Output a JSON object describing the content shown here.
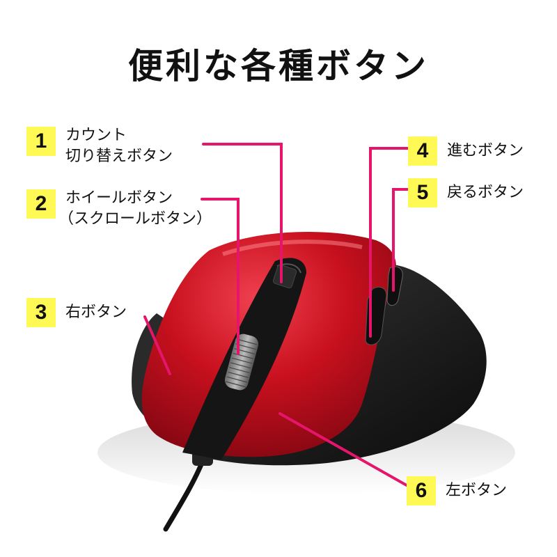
{
  "title": "便利な各種ボタン",
  "colors": {
    "badge": "#fff955",
    "leader_line": "#e5156b",
    "mouse_red": "#c8101e",
    "mouse_black": "#1c1c1c"
  },
  "callouts": [
    {
      "number": "1",
      "lines": [
        "カウント",
        "切り替えボタン"
      ]
    },
    {
      "number": "2",
      "lines": [
        "ホイールボタン",
        "（スクロールボタン）"
      ]
    },
    {
      "number": "3",
      "lines": [
        "右ボタン"
      ]
    },
    {
      "number": "4",
      "lines": [
        "進むボタン"
      ]
    },
    {
      "number": "5",
      "lines": [
        "戻るボタン"
      ]
    },
    {
      "number": "6",
      "lines": [
        "左ボタン"
      ]
    }
  ],
  "image": {
    "subject": "red-and-black-wired-ergonomic-mouse"
  }
}
